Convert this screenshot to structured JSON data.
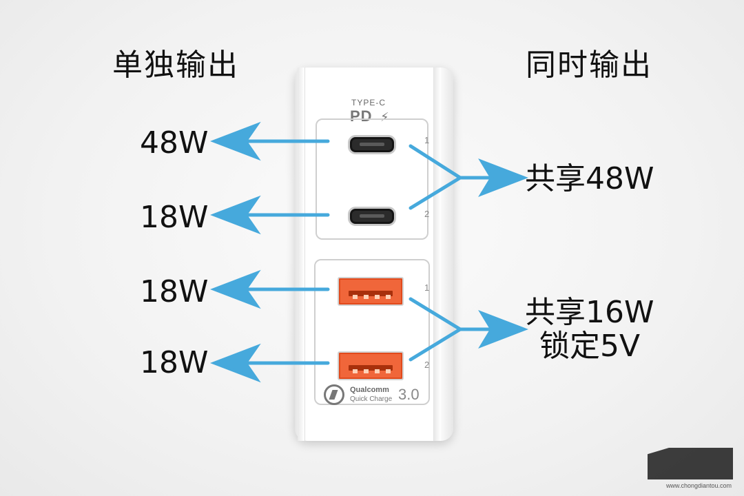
{
  "headings": {
    "left": "单独输出",
    "right": "同时输出"
  },
  "ports": {
    "type_c_label": "TYPE-C",
    "pd_label": "PD",
    "pd_port_numbers": [
      "1",
      "2"
    ],
    "usb_a_port_numbers": [
      "1",
      "2"
    ]
  },
  "single_outputs": [
    "48W",
    "18W",
    "18W",
    "18W"
  ],
  "simultaneous_outputs": {
    "type_c_shared": "共享48W",
    "usb_a_shared": "共享16W",
    "usb_a_note": "锁定5V"
  },
  "qc_badge": {
    "brand": "Qualcomm",
    "sub": "Quick Charge",
    "version": "3.0"
  },
  "watermark": {
    "url": "www.chongdiantou.com"
  },
  "colors": {
    "arrow": "#46a9dc",
    "usb_a": "#f0663a",
    "text": "#111111"
  }
}
